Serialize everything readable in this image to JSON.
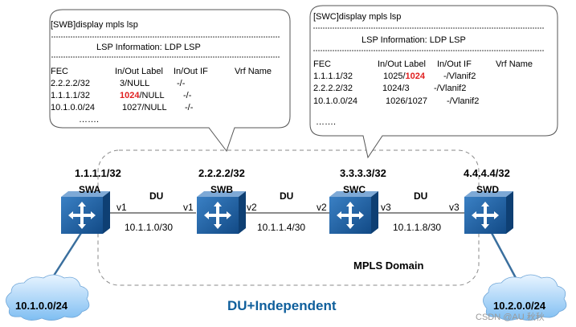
{
  "title": "DU+Independent",
  "domain_label": "MPLS Domain",
  "colors": {
    "title": "#0f5f9c",
    "router_face": "#1f5f9f",
    "red_label": "#e02020"
  },
  "routers": [
    {
      "name": "SWA",
      "ip": "1.1.1.1/32"
    },
    {
      "name": "SWB",
      "ip": "2.2.2.2/32"
    },
    {
      "name": "SWC",
      "ip": "3.3.3.3/32"
    },
    {
      "name": "SWD",
      "ip": "4.4.4.4/32"
    }
  ],
  "links": [
    {
      "mode": "DU",
      "subnet": "10.1.1.0/30",
      "left_if": "v1",
      "right_if": "v1"
    },
    {
      "mode": "DU",
      "subnet": "10.1.1.4/30",
      "left_if": "v2",
      "right_if": "v2"
    },
    {
      "mode": "DU",
      "subnet": "10.1.1.8/30",
      "left_if": "v3",
      "right_if": "v3"
    }
  ],
  "clouds": [
    {
      "label": "10.1.0.0/24"
    },
    {
      "label": "10.2.0.0/24"
    }
  ],
  "swb_box": {
    "command": "[SWB]display mpls lsp",
    "heading": "LSP Information: LDP LSP",
    "columns": {
      "fec": "FEC",
      "label": "In/Out Label",
      "iface": "In/Out IF",
      "vrf": "Vrf Name"
    },
    "rows": [
      {
        "fec": "2.2.2.2/32",
        "label_pre": "3/NULL",
        "label_red": "",
        "label_post": "",
        "iface": "-/-"
      },
      {
        "fec": "1.1.1.1/32",
        "label_pre": "",
        "label_red": "1024",
        "label_post": "/NULL",
        "iface": "-/-"
      },
      {
        "fec": "10.1.0.0/24",
        "label_pre": "1027/NULL",
        "label_red": "",
        "label_post": "",
        "iface": "-/-"
      }
    ],
    "ellipsis": "……."
  },
  "swc_box": {
    "command": "[SWC]display mpls lsp",
    "heading": "LSP Information: LDP LSP",
    "columns": {
      "fec": "FEC",
      "label": "In/Out Label",
      "iface": "In/Out IF",
      "vrf": "Vrf Name"
    },
    "rows": [
      {
        "fec": "1.1.1.1/32",
        "label_pre": "1025/",
        "label_red": "1024",
        "label_post": "",
        "iface": "-/Vlanif2"
      },
      {
        "fec": "2.2.2.2/32",
        "label_pre": "1024/3",
        "label_red": "",
        "label_post": "",
        "iface": "-/Vlanif2"
      },
      {
        "fec": "10.1.0.0/24",
        "label_pre": "1026/1027",
        "label_red": "",
        "label_post": "",
        "iface": "-/Vlanif2"
      }
    ],
    "ellipsis": "……."
  },
  "watermark": "CSDN @AU 秋秋"
}
